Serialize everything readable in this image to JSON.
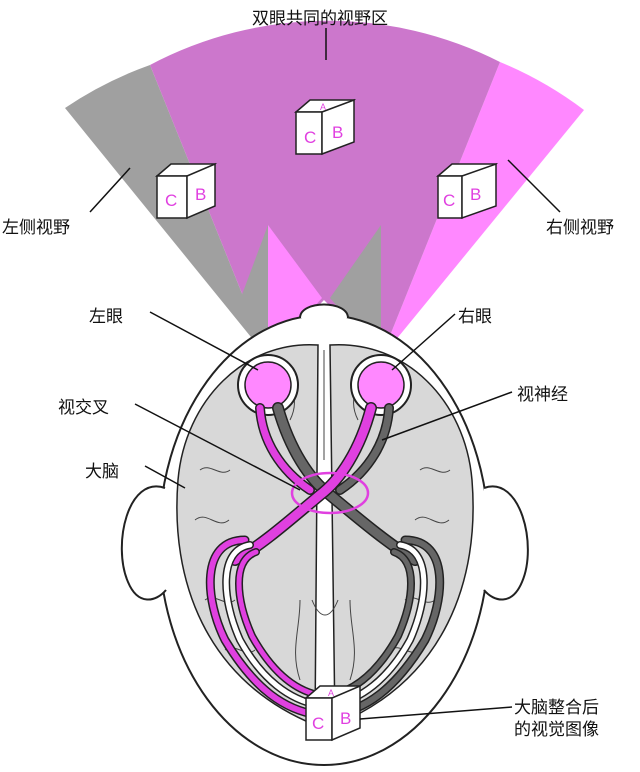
{
  "labels": {
    "binocular_field": "双眼共同的视野区",
    "left_field": "左侧视野",
    "right_field": "右侧视野",
    "left_eye": "左眼",
    "right_eye": "右眼",
    "optic_chiasm": "视交叉",
    "optic_nerve": "视神经",
    "cerebrum": "大脑",
    "integrated_image_line1": "大脑整合后",
    "integrated_image_line2": "的视觉图像"
  },
  "cube_letters": {
    "front": "C",
    "side": "B",
    "top": "A"
  },
  "colors": {
    "binocular_field": "#cc77cc",
    "right_field": "#ff88ff",
    "left_field": "#a0a0a0",
    "magenta_path": "#e040e0",
    "gray_path": "#666666",
    "brain": "#d8d8d8",
    "outline": "#222222"
  }
}
